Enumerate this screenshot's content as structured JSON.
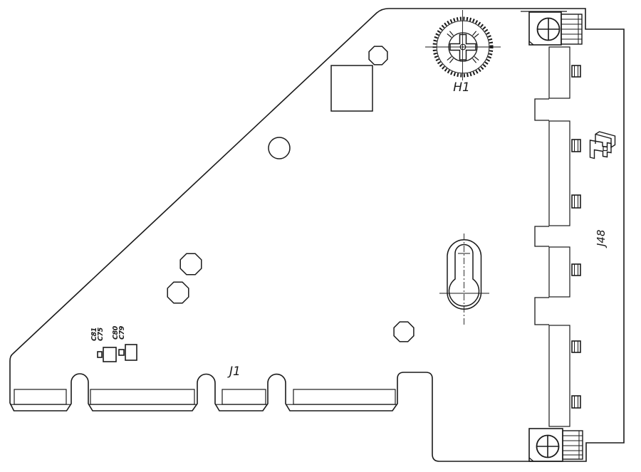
{
  "drawing": {
    "type": "pcb-mechanical-outline-drawing",
    "labels": {
      "h1": "H1",
      "j1": "J1",
      "j48": "J48",
      "c81": "C81",
      "c75": "C75",
      "c80": "C80",
      "c79": "C79"
    },
    "colors": {
      "line": "#1a1a1a",
      "background": "#ffffff",
      "finger_fill": "#2e2e2e"
    }
  }
}
